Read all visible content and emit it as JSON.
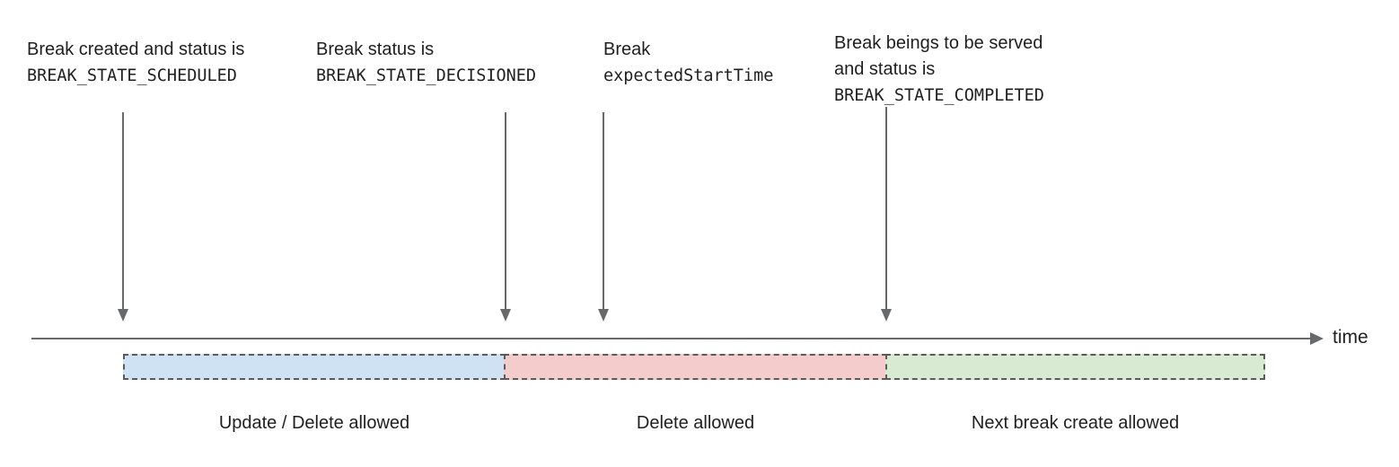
{
  "diagram": {
    "title_implicit": "Break lifecycle timeline",
    "annotations": [
      {
        "line1": "Break created and status is",
        "line2": "BREAK_STATE_SCHEDULED"
      },
      {
        "line1": "Break status is",
        "line2": "BREAK_STATE_DECISIONED"
      },
      {
        "line1": "Break",
        "line2": "expectedStartTime"
      },
      {
        "line1": "Break beings to be served",
        "line2": "and status is",
        "line3": "BREAK_STATE_COMPLETED"
      }
    ],
    "timeline": {
      "axis_label": "time",
      "line_color": "#68696b"
    },
    "zones": [
      {
        "label": "Update / Delete allowed",
        "color": "#cfe2f3"
      },
      {
        "label": "Delete allowed",
        "color": "#f4cccc"
      },
      {
        "label": "Next break create allowed",
        "color": "#d9ead3"
      }
    ],
    "border_color": "#5b5b5b"
  }
}
